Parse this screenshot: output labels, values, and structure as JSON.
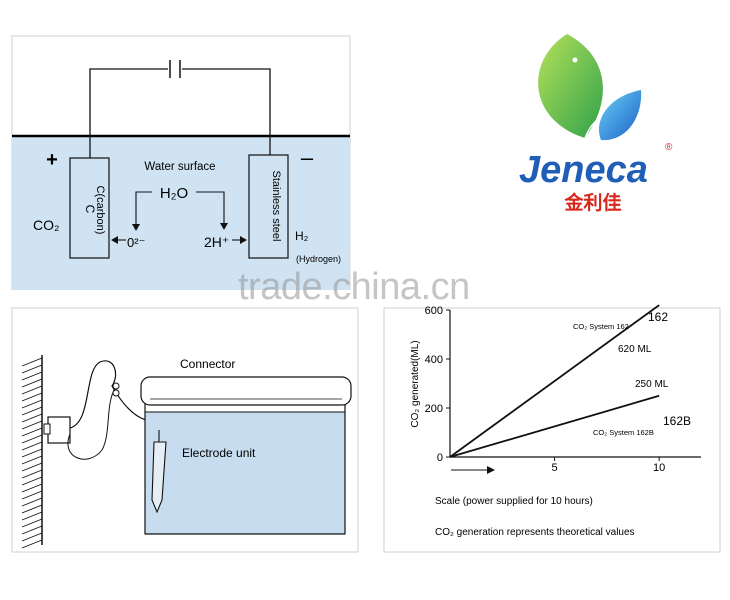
{
  "electrolysis": {
    "positive_sign": "+",
    "negative_sign": "–",
    "water_surface": "Water surface",
    "h2o": "H₂O",
    "carbon_symbol": "C",
    "carbon_label": "C(carbon)",
    "steel_label": "Stainless steel",
    "co2": "CO₂",
    "o2": "0²⁻",
    "h_plus": "2H⁺",
    "h2": "H₂",
    "hydrogen": "(Hydrogen)"
  },
  "logo": {
    "brand": "Jeneca",
    "registered": "®",
    "chinese": "金利佳",
    "colors": {
      "leaf_green": "#6cc04a",
      "leaf_blue": "#2a7fd4",
      "text_blue": "#1f5fb8",
      "text_red": "#d9261c"
    }
  },
  "watermark": "trade.china.cn",
  "installation": {
    "connector_label": "Connector",
    "electrode_label": "Electrode unit"
  },
  "chart_data": {
    "type": "line",
    "ylabel": "CO₂ generated(ML)",
    "xlabel": "Scale (power supplied for 10 hours)",
    "footnote": "CO₂ generation represents theoretical values",
    "xlim": [
      0,
      12
    ],
    "ylim": [
      0,
      600
    ],
    "xticks": [
      "5",
      "10"
    ],
    "yticks": [
      "0",
      "200",
      "400",
      "600"
    ],
    "series": [
      {
        "name": "162",
        "sublabel": "CO₂ System 162",
        "value_label": "620 ML",
        "points": [
          [
            0,
            0
          ],
          [
            10,
            620
          ]
        ]
      },
      {
        "name": "162B",
        "sublabel": "CO₂ System 162B",
        "value_label": "250 ML",
        "points": [
          [
            0,
            0
          ],
          [
            10,
            250
          ]
        ]
      }
    ]
  }
}
